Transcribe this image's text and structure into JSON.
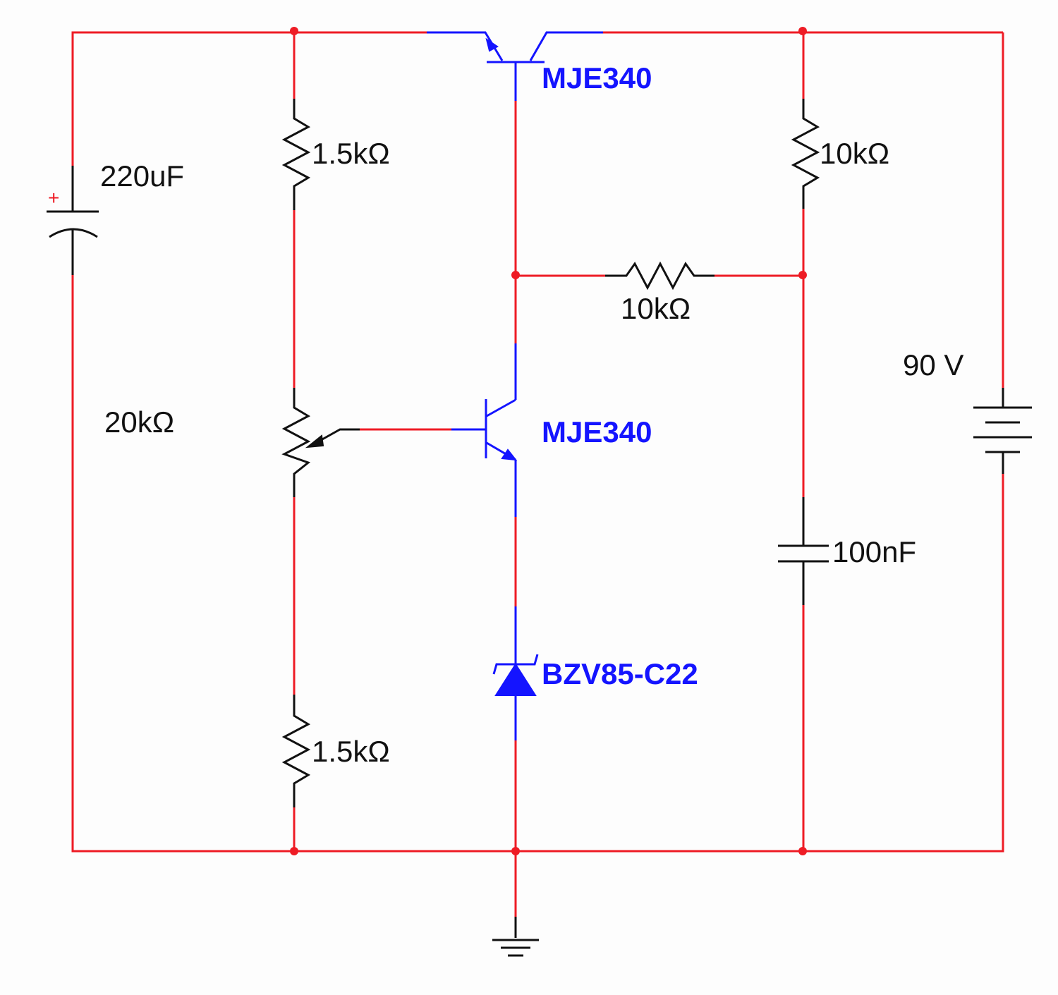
{
  "components": {
    "c_electrolytic": {
      "label": "220uF",
      "polarity_mark": "+"
    },
    "r_top_left": {
      "label": "1.5kΩ"
    },
    "potentiometer": {
      "label": "20kΩ"
    },
    "r_bottom_left": {
      "label": "1.5kΩ"
    },
    "q_top": {
      "label": "MJE340"
    },
    "q_bottom": {
      "label": "MJE340"
    },
    "zener": {
      "label": "BZV85-C22"
    },
    "r_top_right": {
      "label": "10kΩ"
    },
    "r_middle": {
      "label": "10kΩ"
    },
    "c_film": {
      "label": "100nF"
    },
    "battery": {
      "label": "90 V"
    }
  },
  "colors": {
    "wire": "#ee1c25",
    "component": "#111111",
    "semiconductor": "#1414ff"
  }
}
